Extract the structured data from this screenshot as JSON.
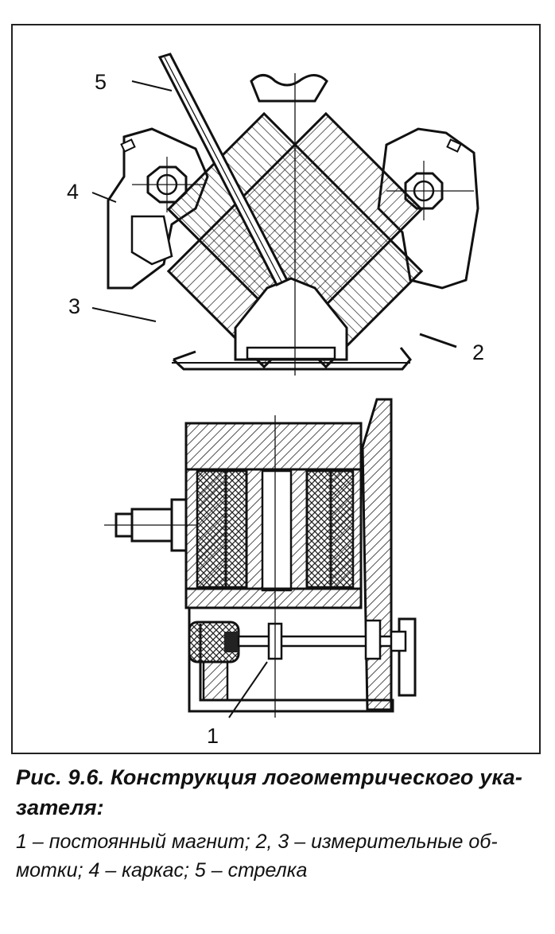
{
  "figure": {
    "labels": {
      "magnet": "1",
      "winding_right": "2",
      "winding_left": "3",
      "frame": "4",
      "pointer": "5"
    }
  },
  "caption": {
    "title_line1": "Рис. 9.6. Конструкция логометрического ука-",
    "title_line2": "зателя:",
    "legend_line1": "1 – постоянный магнит; 2, 3 – измерительные об-",
    "legend_line2": "мотки; 4 – каркас; 5 – стрелка"
  }
}
